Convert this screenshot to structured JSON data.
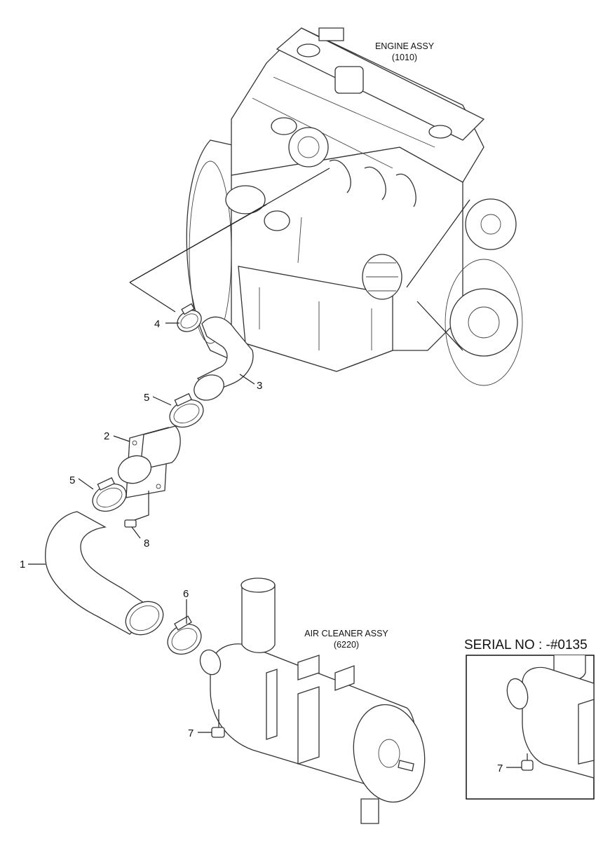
{
  "assemblies": {
    "engine": {
      "name": "ENGINE ASSY",
      "code": "(1010)"
    },
    "air_cleaner": {
      "name": "AIR CLEANER ASSY",
      "code": "(6220)"
    }
  },
  "callouts": {
    "c1": "1",
    "c2": "2",
    "c3": "3",
    "c4": "4",
    "c5a": "5",
    "c5b": "5",
    "c6": "6",
    "c7a": "7",
    "c7b": "7",
    "c8": "8"
  },
  "inset": {
    "title": "SERIAL NO : -#0135"
  }
}
